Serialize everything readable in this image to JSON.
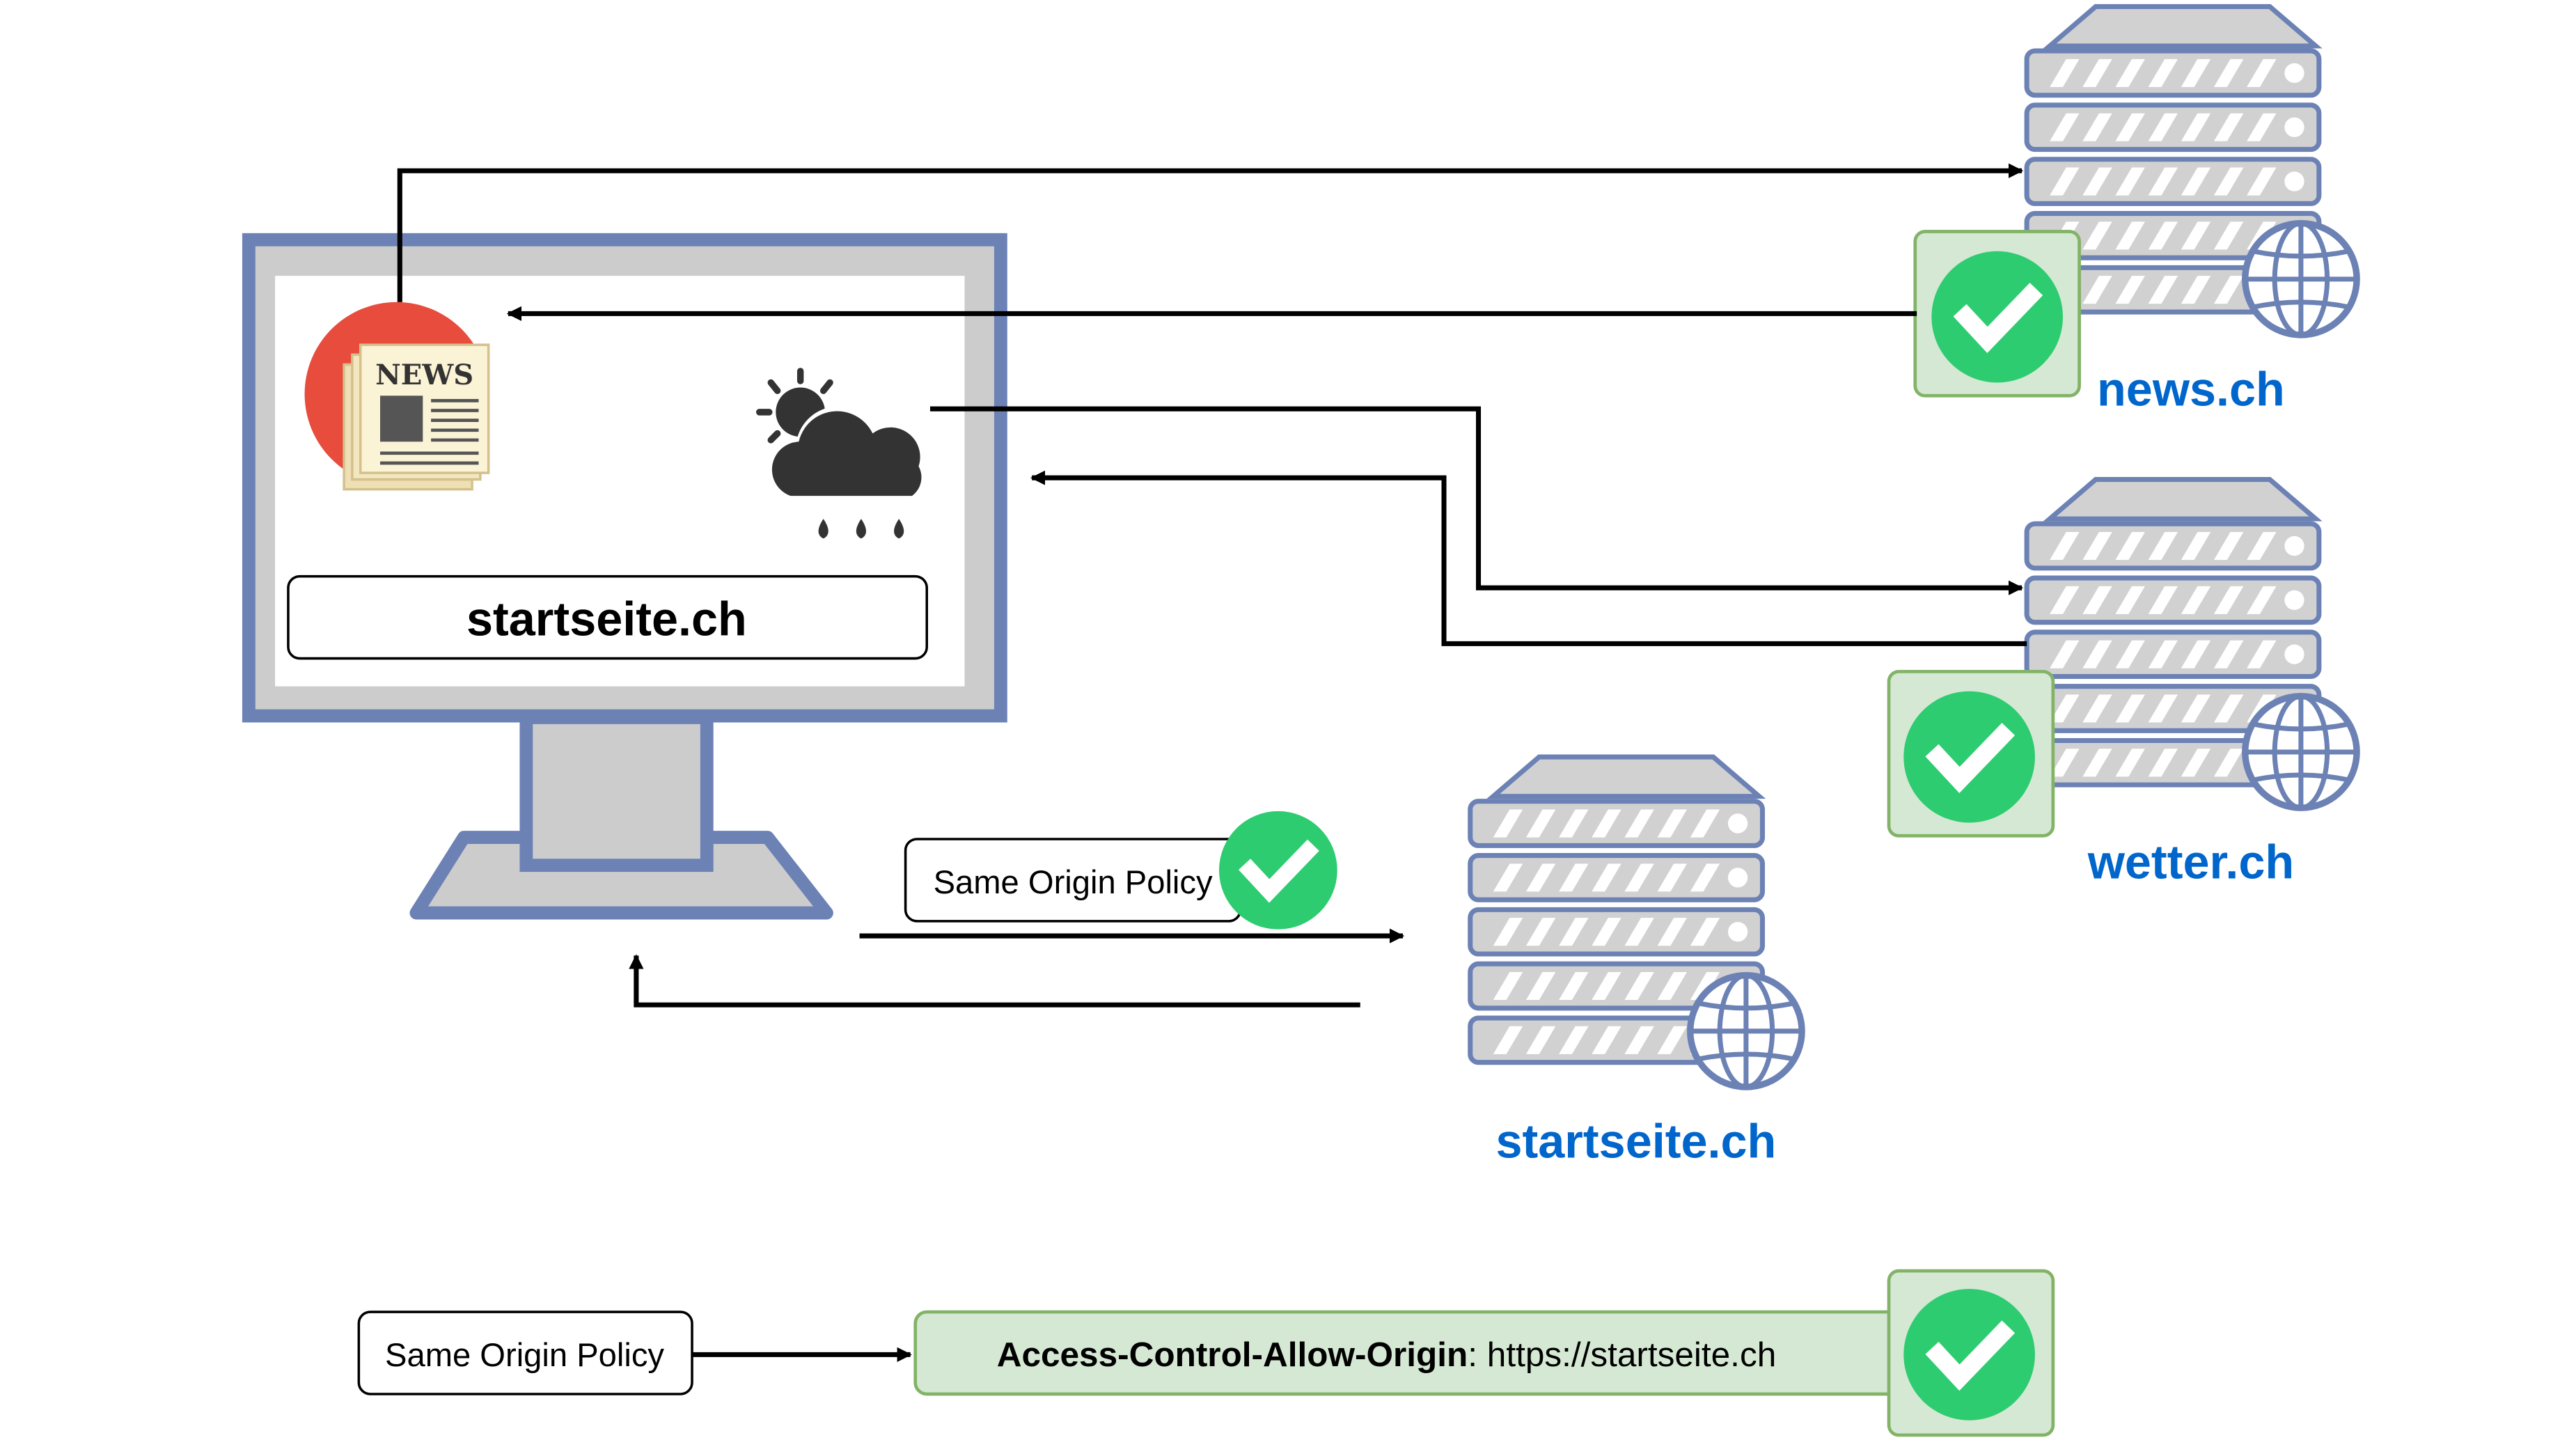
{
  "browser": {
    "address_bar": "startseite.ch",
    "widgets": [
      "news-widget",
      "weather-widget"
    ],
    "news_badge_text": "NEWS"
  },
  "servers": [
    {
      "id": "news",
      "label": "news.ch",
      "status": "allowed"
    },
    {
      "id": "wetter",
      "label": "wetter.ch",
      "status": "allowed"
    },
    {
      "id": "startseite",
      "label": "startseite.ch",
      "status": "allowed"
    }
  ],
  "policy": {
    "inline_label": "Same Origin Policy",
    "bottom_label": "Same Origin Policy",
    "header_name": "Access-Control-Allow-Origin",
    "header_separator": ": ",
    "header_value": "https://startseite.ch"
  },
  "colors": {
    "monitor_frame": "#6c82b5",
    "monitor_screen": "#cccccc",
    "server_fill": "#d1d1d1",
    "server_stroke": "#6c82b5",
    "label_blue": "#0066cc",
    "check_green": "#2ecc71",
    "check_bg": "#d5e8d4",
    "check_border": "#82b366",
    "arrow": "#000000",
    "news_red": "#e74c3c"
  },
  "icons": [
    "monitor-icon",
    "newspaper-icon",
    "weather-icon",
    "server-icon",
    "globe-icon",
    "check-icon"
  ]
}
